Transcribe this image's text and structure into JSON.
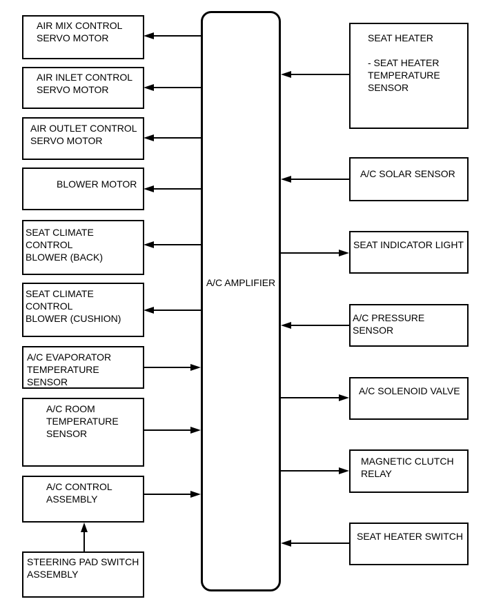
{
  "colors": {
    "line": "#000000",
    "background": "#ffffff",
    "text": "#000000"
  },
  "amplifier": {
    "label": "A/C AMPLIFIER"
  },
  "left_boxes": [
    {
      "label": "AIR MIX CONTROL\nSERVO MOTOR",
      "arrow": "from-amplifier"
    },
    {
      "label": "AIR INLET CONTROL\nSERVO MOTOR",
      "arrow": "from-amplifier"
    },
    {
      "label": "AIR OUTLET CONTROL\nSERVO MOTOR",
      "arrow": "from-amplifier"
    },
    {
      "label": "BLOWER MOTOR",
      "arrow": "from-amplifier"
    },
    {
      "label": "SEAT CLIMATE CONTROL\nBLOWER (BACK)",
      "arrow": "from-amplifier"
    },
    {
      "label": "SEAT CLIMATE CONTROL\nBLOWER (CUSHION)",
      "arrow": "from-amplifier"
    },
    {
      "label": "A/C EVAPORATOR\nTEMPERATURE SENSOR",
      "arrow": "to-amplifier"
    },
    {
      "label": "A/C ROOM\nTEMPERATURE\nSENSOR",
      "arrow": "to-amplifier"
    },
    {
      "label": "A/C CONTROL\nASSEMBLY",
      "arrow": "to-amplifier"
    },
    {
      "label": "STEERING PAD SWITCH\nASSEMBLY",
      "arrow": "to-ac-control-assembly"
    }
  ],
  "right_boxes": [
    {
      "label": "SEAT HEATER\n\n- SEAT HEATER\nTEMPERATURE\nSENSOR",
      "arrow": "to-amplifier"
    },
    {
      "label": "A/C SOLAR SENSOR",
      "arrow": "to-amplifier"
    },
    {
      "label": "SEAT INDICATOR LIGHT",
      "arrow": "from-amplifier"
    },
    {
      "label": "A/C PRESSURE SENSOR",
      "arrow": "to-amplifier"
    },
    {
      "label": "A/C SOLENOID VALVE",
      "arrow": "from-amplifier"
    },
    {
      "label": "MAGNETIC CLUTCH\nRELAY",
      "arrow": "from-amplifier"
    },
    {
      "label": "SEAT HEATER SWITCH",
      "arrow": "to-amplifier"
    }
  ]
}
